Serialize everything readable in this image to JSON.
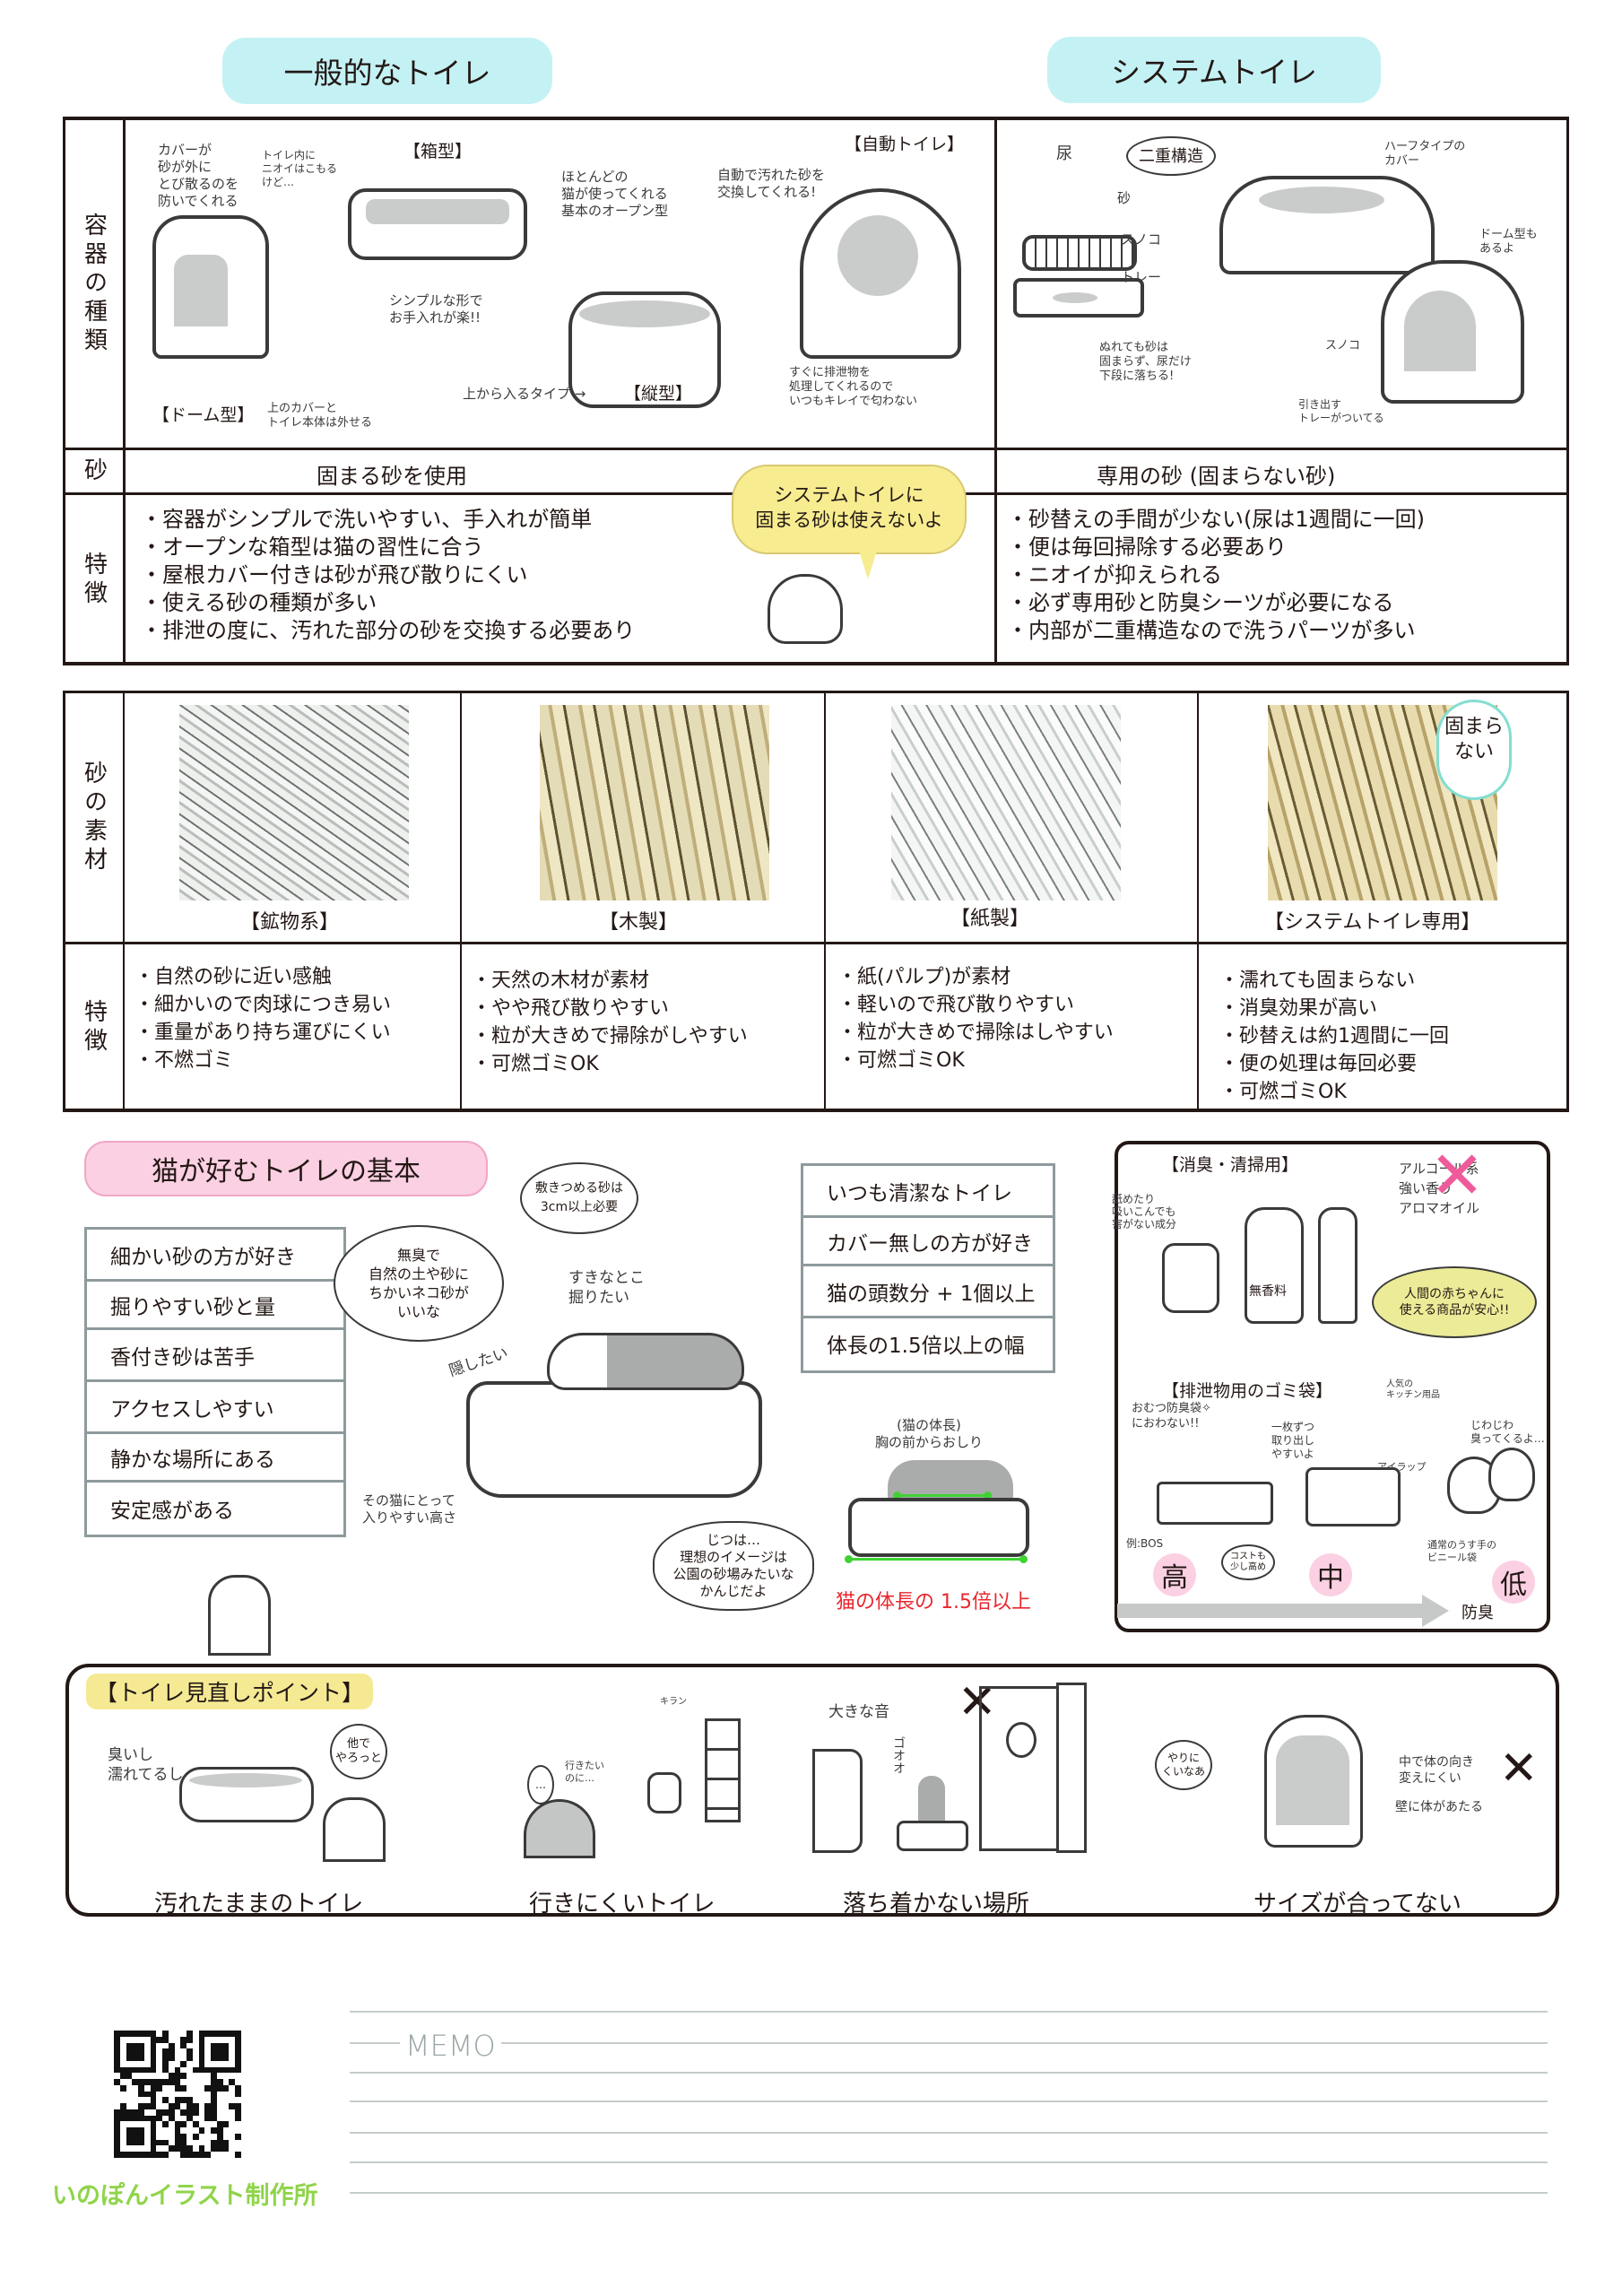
{
  "headers": {
    "general": "一般的なトイレ",
    "system": "システムトイレ"
  },
  "comparison": {
    "row_labels": {
      "types": "容器の種類",
      "sand": "砂",
      "features": "特徴"
    },
    "general": {
      "types": {
        "dome": "【ドーム型】",
        "box": "【箱型】",
        "vertical": "【縦型】",
        "auto": "【自動トイレ】",
        "notes": {
          "cover": "カバーが\n砂が外に\nとび散るのを\n防いでくれる",
          "smell": "トイレ内に\nニオイはこもる\nけど…",
          "detach": "上のカバーと\nトイレ本体は外せる",
          "simple": "シンプルな形で\nお手入れが楽!!",
          "open": "ほとんどの\n猫が使ってくれる\n基本のオープン型",
          "from_top": "上から入るタイプ →",
          "auto_swap": "自動で汚れた砂を\n交換してくれる!",
          "auto_clean": "すぐに排泄物を\n処理してくれるので\nいつもキレイで匂わない"
        }
      },
      "sand": "固まる砂を使用",
      "features": [
        "容器がシンプルで洗いやすい、手入れが簡単",
        "オープンな箱型は猫の習性に合う",
        "屋根カバー付きは砂が飛び散りにくい",
        "使える砂の種類が多い",
        "排泄の度に、汚れた部分の砂を交換する必要あり"
      ]
    },
    "system": {
      "types": {
        "notes": {
          "urine": "尿",
          "double": "二重構造",
          "sand": "砂",
          "sunoko": "スノコ",
          "tray": "トレー",
          "wet": "ぬれても砂は\n固まらず、尿だけ\n下段に落ちる!",
          "half_cover": "ハーフタイプの\nカバー",
          "dome_also": "ドーム型も\nあるよ",
          "sunoko2": "スノコ",
          "pull_tray": "引き出す\nトレーがついてる"
        }
      },
      "sand": "専用の砂 (固まらない砂)",
      "features": [
        "砂替えの手間が少ない(尿は1週間に一回)",
        "便は毎回掃除する必要あり",
        "ニオイが抑えられる",
        "必ず専用砂と防臭シーツが必要になる",
        "内部が二重構造なので洗うパーツが多い"
      ]
    },
    "mascot_bubble": "システムトイレに\n固まる砂は使えないよ"
  },
  "materials": {
    "row_labels": {
      "material": "砂の素材",
      "features": "特徴"
    },
    "badge": "固まら\nない",
    "items": [
      {
        "label": "【鉱物系】",
        "features": [
          "自然の砂に近い感触",
          "細かいので肉球につき易い",
          "重量があり持ち運びにくい",
          "不燃ゴミ"
        ]
      },
      {
        "label": "【木製】",
        "features": [
          "天然の木材が素材",
          "やや飛び散りやすい",
          "粒が大きめで掃除がしやすい",
          "可燃ゴミOK"
        ]
      },
      {
        "label": "【紙製】",
        "features": [
          "紙(パルプ)が素材",
          "軽いので飛び散りやすい",
          "粒が大きめで掃除はしやすい",
          "可燃ゴミOK"
        ]
      },
      {
        "label": "【システムトイレ専用】",
        "features": [
          "濡れても固まらない",
          "消臭効果が高い",
          "砂替えは約1週間に一回",
          "便の処理は毎回必要",
          "可燃ゴミOK"
        ]
      }
    ]
  },
  "basics": {
    "title": "猫が好むトイレの基本",
    "left_list": [
      "細かい砂の方が好き",
      "掘りやすい砂と量",
      "香付き砂は苦手",
      "アクセスしやすい",
      "静かな場所にある",
      "安定感がある"
    ],
    "right_list": [
      "いつも清潔なトイレ",
      "カバー無しの方が好き",
      "猫の頭数分 + 1個以上",
      "体長の1.5倍以上の幅"
    ],
    "notes": {
      "natural": "無臭で\n自然の土や砂に\nちかいネコ砂が\nいいな",
      "depth": "敷きつめる砂は\n3cm以上必要",
      "dig": "すきなとこ\n掘りたい",
      "hide": "隠したい",
      "height": "その猫にとって\n入りやすい高さ",
      "ideal": "じつは…\n理想のイメージは\n公園の砂場みたいな\nかんじだよ",
      "body_length": "(猫の体長)\n胸の前からおしり",
      "rule": "猫の体長の 1.5倍以上"
    }
  },
  "supplies": {
    "deodorize_title": "【消臭・清掃用】",
    "safe_note": "舐めたり\n吸いこんでも\n害がない成分",
    "unscented": "無香料",
    "ng_list": "アルコール系\n強い香り\nアロマオイル",
    "baby_note": "人間の赤ちゃんに\n使える商品が安心!!",
    "bags_title": "【排泄物用のゴミ袋】",
    "diaper_note": "おむつ防臭袋✧\nにおわない!!",
    "one_at_a_time": "一枚ずつ\n取り出し\nやすいよ",
    "popular": "人気の\nキッチン用品",
    "iwrap": "アイラップ",
    "leaky": "じわじわ\n臭ってくるよ…",
    "example": "例:BOS",
    "cost": "コストも\n少し高め",
    "normal_bag": "通常のうす手の\nビニール袋",
    "levels": [
      "高",
      "中",
      "低"
    ],
    "axis_label": "防臭"
  },
  "review": {
    "title": "【トイレ見直しポイント】",
    "items": [
      {
        "caption": "汚れたままのトイレ",
        "note1": "臭いし\n濡れてるし",
        "note2": "他で\nやろっと"
      },
      {
        "caption": "行きにくいトイレ",
        "note1": "…",
        "note2": "行きたい\nのに…",
        "note3": "キラン"
      },
      {
        "caption": "落ち着かない場所",
        "note1": "大きな音",
        "note2": "ゴオオ"
      },
      {
        "caption": "サイズが合ってない",
        "note1": "やりに\nくいなあ",
        "note2": "中で体の向き\n変えにくい",
        "note3": "壁に体があたる"
      }
    ]
  },
  "footer": {
    "memo": "MEMO",
    "brand": "いのぽんイラスト制作所"
  },
  "colors": {
    "header_pill": "#c4f2f4",
    "pink_pill": "#fbd0e3",
    "yellow_highlight": "#f5ea93",
    "green_mark": "#3fd232",
    "red_note": "#e8262e",
    "brand_green": "#8fd44a"
  }
}
